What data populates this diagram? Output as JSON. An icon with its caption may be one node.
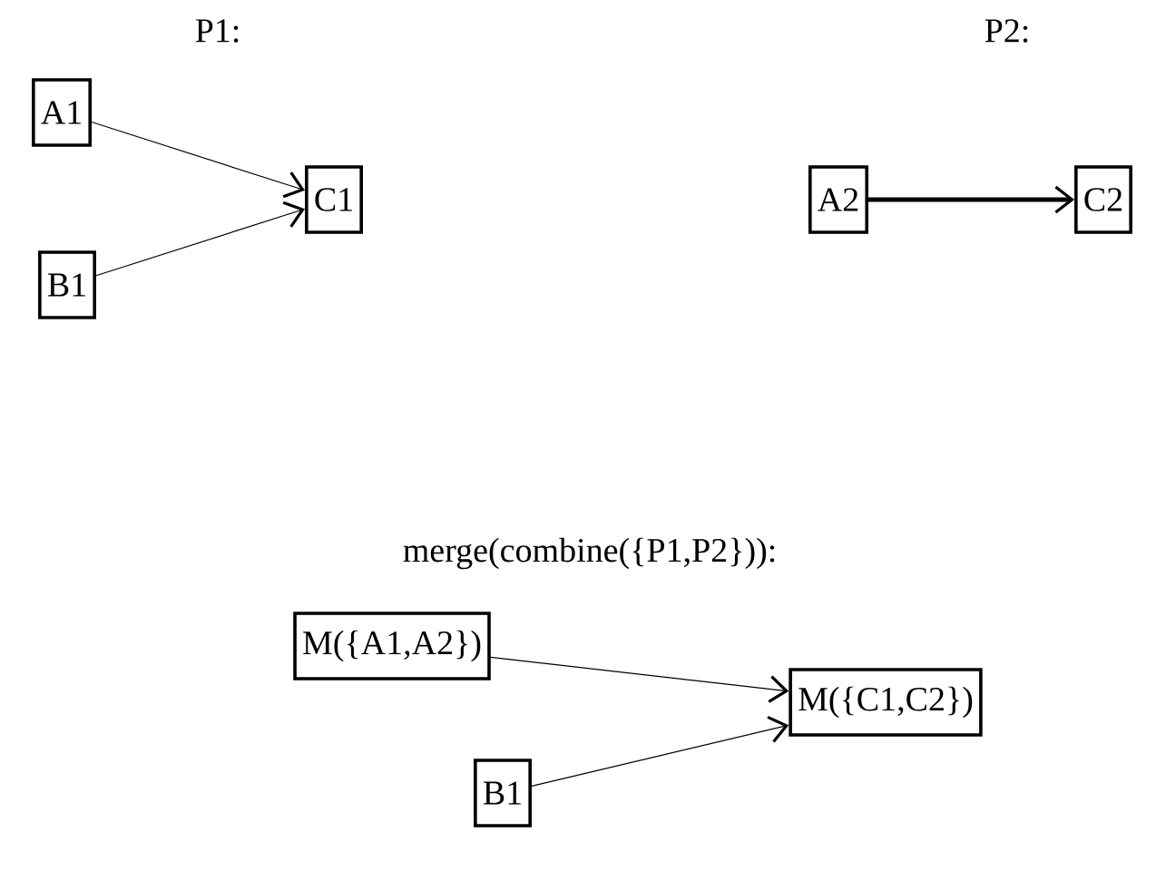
{
  "diagram": {
    "nodes": [
      {
        "text": [
          "A1"
        ]
      },
      {
        "text": [
          "B1"
        ]
      },
      {
        "text": [
          "C1"
        ]
      },
      {
        "text": [
          "A2"
        ]
      },
      {
        "text": [
          "C2"
        ]
      },
      {
        "text": [
          "M({A1,A2})"
        ]
      },
      {
        "text": [
          "M({C1,C2})"
        ]
      },
      {
        "text": [
          "B1"
        ]
      }
    ],
    "edges": [
      {
        "from": 0,
        "to": 2,
        "arrow": "to"
      },
      {
        "from": 1,
        "to": 2,
        "arrow": "to"
      },
      {
        "from": 3,
        "to": 4,
        "arrow": "to",
        "style": "thick"
      },
      {
        "from": 5,
        "to": 6,
        "arrow": "to"
      },
      {
        "from": 7,
        "to": 6,
        "arrow": "to"
      }
    ],
    "labels": [
      "P1:",
      "P2:",
      "merge(combine({P1,P2})):"
    ]
  }
}
